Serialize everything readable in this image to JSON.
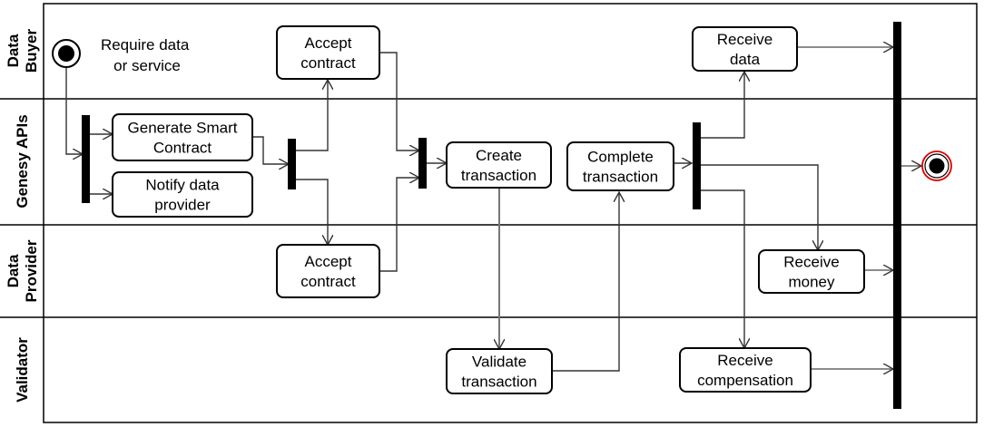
{
  "lanes": [
    {
      "id": "buyer",
      "lines": [
        "Data",
        "Buyer"
      ]
    },
    {
      "id": "genesy",
      "lines": [
        "Genesy APIs"
      ]
    },
    {
      "id": "provider",
      "lines": [
        "Data",
        "Provider"
      ]
    },
    {
      "id": "validator",
      "lines": [
        "Validator"
      ]
    }
  ],
  "start_label": [
    "Require data",
    "or service"
  ],
  "activities": [
    {
      "id": "accept-contract-buyer",
      "lines": [
        "Accept",
        "contract"
      ]
    },
    {
      "id": "receive-data",
      "lines": [
        "Receive",
        "data"
      ]
    },
    {
      "id": "generate-smart-contract",
      "lines": [
        "Generate Smart",
        "Contract"
      ]
    },
    {
      "id": "notify-data-provider",
      "lines": [
        "Notify data",
        "provider"
      ]
    },
    {
      "id": "create-transaction",
      "lines": [
        "Create",
        "transaction"
      ]
    },
    {
      "id": "complete-transaction",
      "lines": [
        "Complete",
        "transaction"
      ]
    },
    {
      "id": "accept-contract-provider",
      "lines": [
        "Accept",
        "contract"
      ]
    },
    {
      "id": "receive-money",
      "lines": [
        "Receive",
        "money"
      ]
    },
    {
      "id": "validate-transaction",
      "lines": [
        "Validate",
        "transaction"
      ]
    },
    {
      "id": "receive-compensation",
      "lines": [
        "Receive",
        "compensation"
      ]
    }
  ],
  "colors": {
    "stroke": "#000000",
    "end_ring": "#e00000",
    "flow_gray": "#777777"
  }
}
